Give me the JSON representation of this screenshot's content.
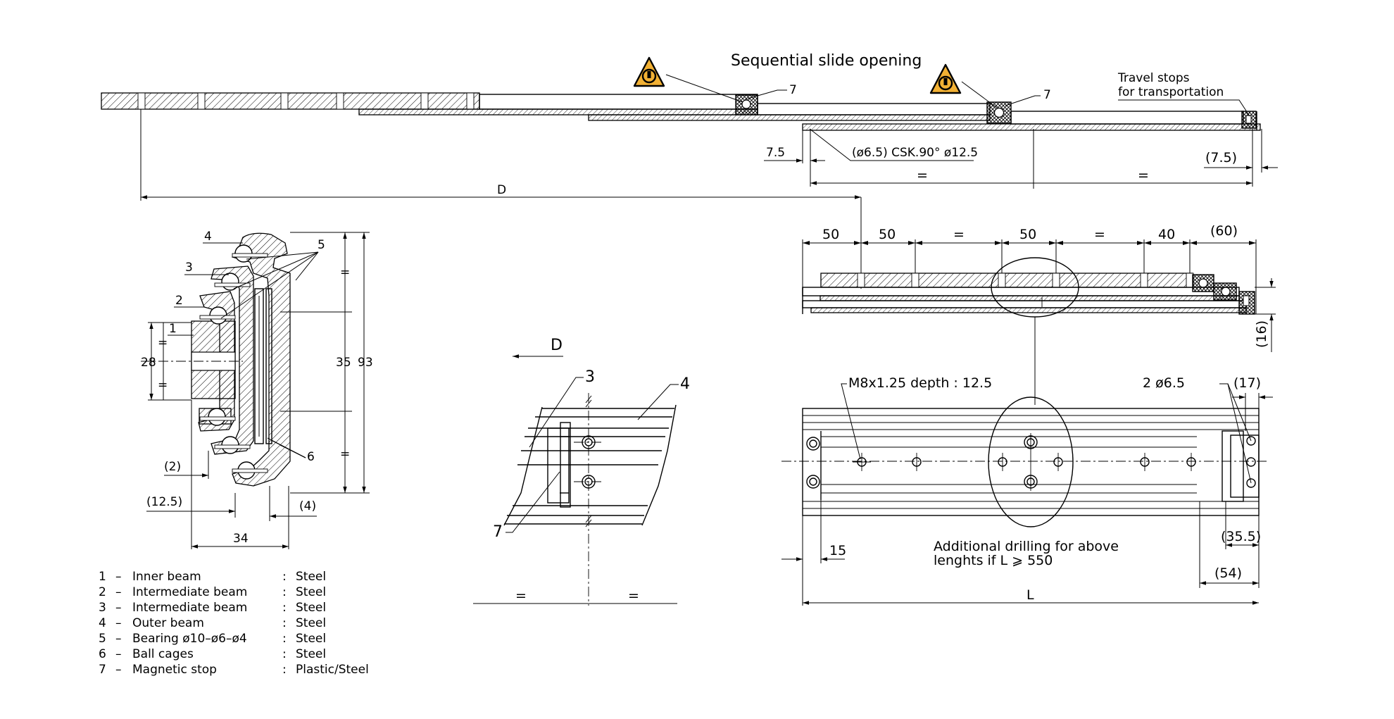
{
  "title": "Sequential slide opening",
  "callouts": {
    "seven": "7",
    "travel_stops_line1": "Travel stops",
    "travel_stops_line2": "for transportation"
  },
  "dimensions": {
    "d": "D",
    "d_arrow": "D",
    "left_7_5": "7.5",
    "right_7_5": "(7.5)",
    "hole_spec": "(ø6.5)  CSK.90°  ø12.5",
    "equal": "=",
    "pitch_50a": "50",
    "pitch_50b": "50",
    "pitch_50c": "50",
    "pitch_40": "40",
    "pitch_60": "(60)",
    "height_16": "(16)",
    "thread": "M8x1.25  depth : 12.5",
    "two_holes": "2  ø6.5",
    "dim_17": "(17)",
    "dim_35_5": "(35.5)",
    "dim_54": "(54)",
    "dim_15": "15",
    "length_l": "L",
    "note_line1": "Additional drilling for above",
    "note_line2": "lenghts if L ⩾ 550"
  },
  "section": {
    "labels": [
      "1",
      "2",
      "3",
      "4",
      "5",
      "6"
    ],
    "dim_28": "28",
    "dim_35": "35",
    "dim_93": "93",
    "dim_2": "(2)",
    "dim_12_5": "(12.5)",
    "dim_4": "(4)",
    "dim_34": "34"
  },
  "detail": {
    "label_3": "3",
    "label_4": "4",
    "label_7": "7"
  },
  "parts_list": [
    {
      "num": "1",
      "dash": "–",
      "name": "Inner beam",
      "colon": ":",
      "material": "Steel"
    },
    {
      "num": "2",
      "dash": "–",
      "name": "Intermediate beam",
      "colon": ":",
      "material": "Steel"
    },
    {
      "num": "3",
      "dash": "–",
      "name": "Intermediate beam",
      "colon": ":",
      "material": "Steel"
    },
    {
      "num": "4",
      "dash": "–",
      "name": "Outer beam",
      "colon": ":",
      "material": "Steel"
    },
    {
      "num": "5",
      "dash": "–",
      "name": "Bearing ø10–ø6–ø4",
      "colon": ":",
      "material": "Steel"
    },
    {
      "num": "6",
      "dash": "–",
      "name": "Ball cages",
      "colon": ":",
      "material": "Steel"
    },
    {
      "num": "7",
      "dash": "–",
      "name": "Magnetic stop",
      "colon": ":",
      "material": "Plastic/Steel"
    }
  ],
  "colors": {
    "warning_fill": "#f2b134",
    "ink": "#000000",
    "paper": "#ffffff"
  },
  "icons": [
    "magnet-warning-icon"
  ]
}
